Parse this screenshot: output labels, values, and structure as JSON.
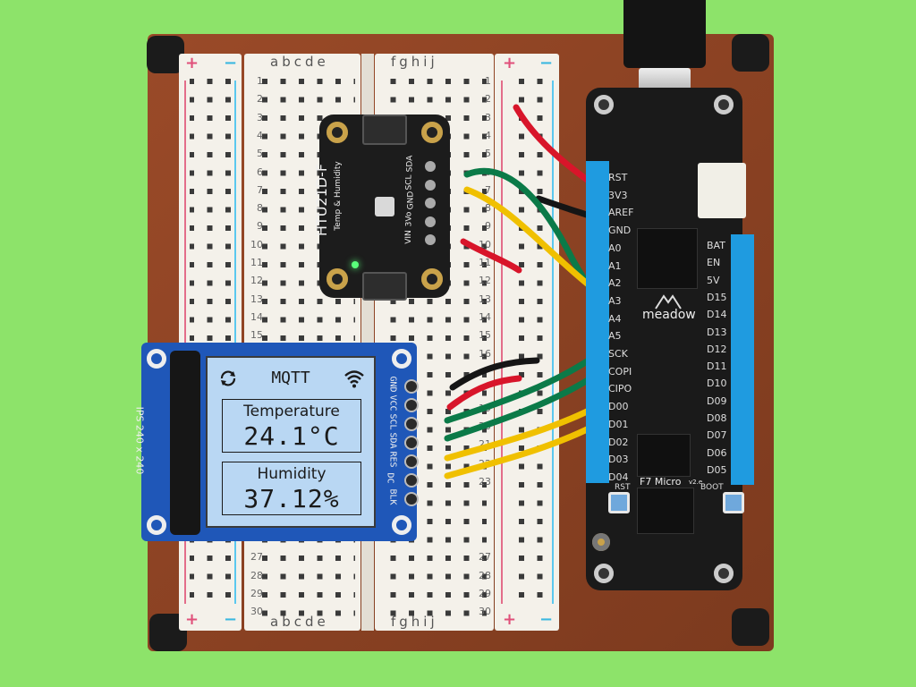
{
  "breadboard": {
    "column_letters_left": "abcde",
    "column_letters_right": "fghij",
    "row_numbers_top": [
      "1",
      "2",
      "3",
      "4",
      "5",
      "6",
      "7",
      "8",
      "9",
      "10",
      "11",
      "12",
      "13",
      "14",
      "15",
      "16"
    ],
    "row_numbers_bottom": [
      "19",
      "20",
      "21",
      "22",
      "23",
      "27",
      "28",
      "29",
      "30"
    ],
    "plus": "+",
    "minus": "−"
  },
  "sensor_board": {
    "name": "HTU21D-F",
    "subtitle": "Temp & Humidity",
    "pins": [
      "SDA",
      "SCL",
      "GND",
      "3Vo",
      "VIN"
    ]
  },
  "lcd": {
    "title": "MQTT",
    "temperature_label": "Temperature",
    "temperature_value": "24.1°C",
    "humidity_label": "Humidity",
    "humidity_value": "37.12%",
    "side_label": "IPS 240 x 240",
    "pins": [
      "GND",
      "VCC",
      "SCL",
      "SDA",
      "RES",
      "DC",
      "BLK"
    ]
  },
  "meadow": {
    "brand": "meadow",
    "model": "F7 Micro",
    "version": "v2.e",
    "left_pins": [
      "RST",
      "3V3",
      "AREF",
      "GND",
      "A0",
      "A1",
      "A2",
      "A3",
      "A4",
      "A5",
      "SCK",
      "COPI",
      "CIPO",
      "D00",
      "D01",
      "D02",
      "D03",
      "D04"
    ],
    "right_pins": [
      "BAT",
      "EN",
      "5V",
      "D15",
      "D14",
      "D13",
      "D12",
      "D11",
      "D10",
      "D09",
      "D08",
      "D07",
      "D06",
      "D05"
    ],
    "rst_button": "RST",
    "boot_button": "BOOT"
  }
}
